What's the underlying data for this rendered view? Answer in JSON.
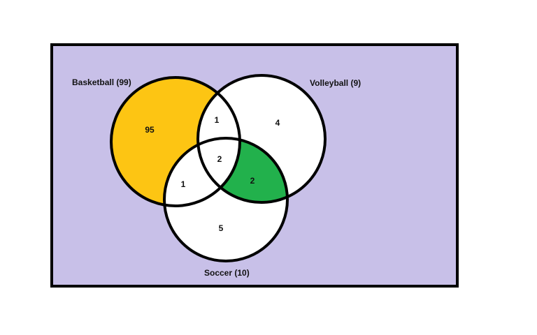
{
  "colors": {
    "universe_fill": "#c8c0e8",
    "basketball_only_fill": "#fdc513",
    "volleyball_soccer_fill": "#22b14c",
    "circle_fill": "#ffffff",
    "stroke": "#000000"
  },
  "sets": {
    "basketball": {
      "label": "Basketball (99)"
    },
    "volleyball": {
      "label": "Volleyball (9)"
    },
    "soccer": {
      "label": "Soccer (10)"
    }
  },
  "regions": {
    "basketball_only": "95",
    "volleyball_only": "4",
    "soccer_only": "5",
    "basketball_volleyball": "1",
    "basketball_soccer": "1",
    "volleyball_soccer": "2",
    "all_three": "2"
  }
}
